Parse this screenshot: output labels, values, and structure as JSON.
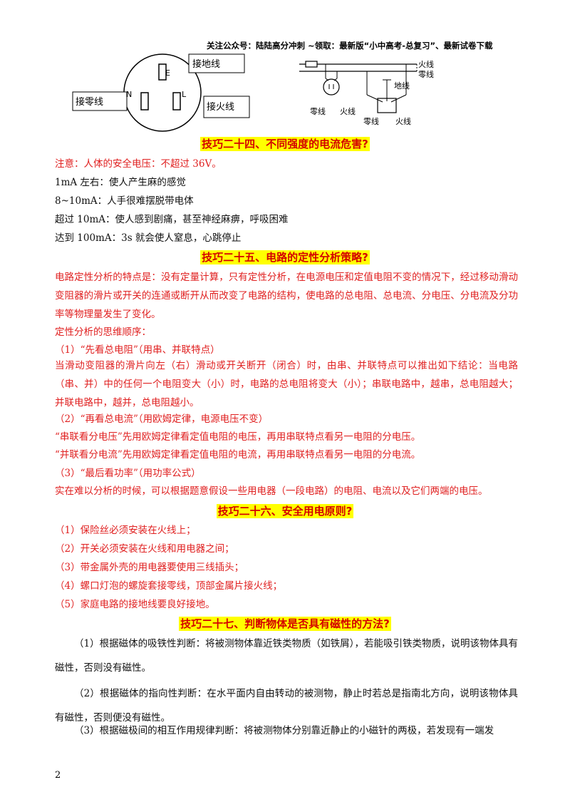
{
  "header": "关注公众号：陆陆高分冲刺  ~领取：最新版“小中高考-总复习”、最新试卷下载",
  "socket": {
    "earth_label": "接地线",
    "neutral_label": "接零线",
    "live_label": "接火线",
    "e": "E",
    "n": "N",
    "l": "L"
  },
  "circuit": {
    "live": "火线",
    "neutral": "零线",
    "earth": "地线",
    "sock1_left": "零线",
    "sock1_right": "火线",
    "sock2_left": "零线",
    "sock2_right": "火线"
  },
  "s24": {
    "title": "技巧二十四、不同强度的电流危害?",
    "note": "注意：人体的安全电压：不超过 36V。",
    "lines": [
      "1mA 左右：使人产生麻的感觉",
      "8~10mA：人手很难摆脱带电体",
      "超过 10mA：使人感到剧痛，甚至神经麻痹，呼吸困难",
      "达到 100mA：3s 就会使人窒息，心跳停止"
    ]
  },
  "s25": {
    "title": "技巧二十五、电路的定性分析策略?",
    "intro": "电路定性分析的特点是：没有定量计算，只有定性分析，在电源电压和定值电阻不变的情况下，经过移动滑动变阻器的滑片或开关的连通或断开从而改变了电路的结构，使电路的总电阻、总电流、分电压、分电流及分功率等物理量发生了变化。",
    "order": "定性分析的思维顺序：",
    "step1": "（1）“先看总电阻”（用串、并联特点）",
    "step1_text": "当滑动变阻器的滑片向左（右）滑动或开关断开（闭合）时，由串、并联特点可以推出如下结论：当电路（串、并）中的任何一个电阻变大（小）时，电路的总电阻将变大（小）；串联电路中，越串，总电阻越大；并联电路中，越并，总电阻越小。",
    "step2": "（2）“再看总电流”（用欧姆定律，电源电压不变）",
    "step2_a": "“串联看分电压”先用欧姆定律看定值电阻的电压，再用串联特点看另一电阻的分电压。",
    "step2_b": "“并联看分电流”先用欧姆定律看定值电阻的电流，再用串联特点看另一电阻的分电流。",
    "step3": "（3）“最后看功率”（用功率公式）",
    "step3_text": "实在难以分析的时候，可以根据题意假设一些用电器（一段电路）的电阻、电流以及它们两端的电压。"
  },
  "s26": {
    "title": "技巧二十六、安全用电原则?",
    "items": [
      "（1）保险丝必须安装在火线上；",
      "（2）开关必须安装在火线和用电器之间；",
      "（3）带金属外壳的用电器要使用三线插头；",
      "（4）螺口灯泡的螺旋套接零线，顶部金属片接火线；",
      "（5）家庭电路的接地线要良好接地。"
    ]
  },
  "s27": {
    "title": "技巧二十七、判断物体是否具有磁性的方法?",
    "p1": "（1）根据磁体的吸铁性判断：将被测物体靠近铁类物质（如铁屑），若能吸引铁类物质，说明该物体具有磁性，否则没有磁性。",
    "p2": "（2）根据磁体的指向性判断：在水平面内自由转动的被测物，静止时若总是指南北方向，说明该物体具有磁性，否则便没有磁性。",
    "p3": "（3）根据磁极间的相互作用规律判断：将被测物体分别靠近静止的小磁针的两极，若发现有一端发"
  },
  "page_number": "2"
}
